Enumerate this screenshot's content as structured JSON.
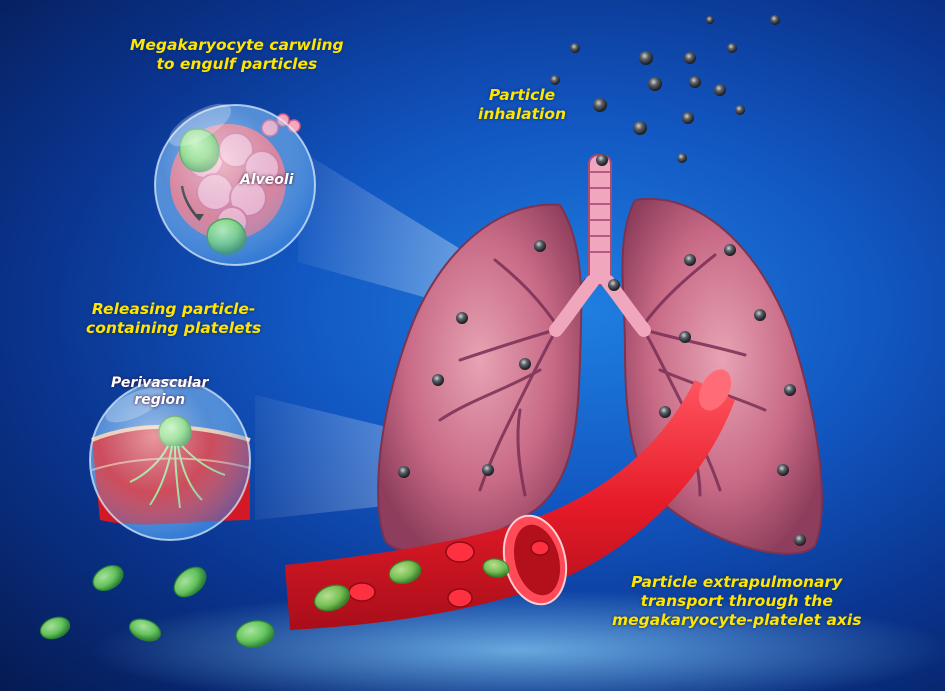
{
  "labels": {
    "engulf": [
      "Megakaryocyte carwling",
      "to engulf particles"
    ],
    "inhalation": [
      "Particle",
      "inhalation"
    ],
    "alveoli": "Alveoli",
    "releasing": [
      "Releasing particle-",
      "containing platelets"
    ],
    "perivascular": [
      "Perivascular",
      "region"
    ],
    "transport": [
      "Particle extrapulmonary",
      "transport through the",
      "megakaryocyte-platelet axis"
    ]
  },
  "colors": {
    "label_yellow": "#ffe500",
    "inset_label_white": "#ffffff",
    "background_blue": "#1257c2",
    "lung_pink": "#c86a86",
    "vessel_red": "#e61a28",
    "platelet_green": "#6fd35a",
    "particle_gray": "#5a5f66"
  },
  "icons": [
    "lungs-illustration",
    "trachea-illustration",
    "blood-vessel-illustration",
    "alveoli-inset-sphere",
    "perivascular-inset-sphere",
    "inhaled-particle-icon",
    "platelet-icon",
    "megakaryocyte-icon"
  ]
}
